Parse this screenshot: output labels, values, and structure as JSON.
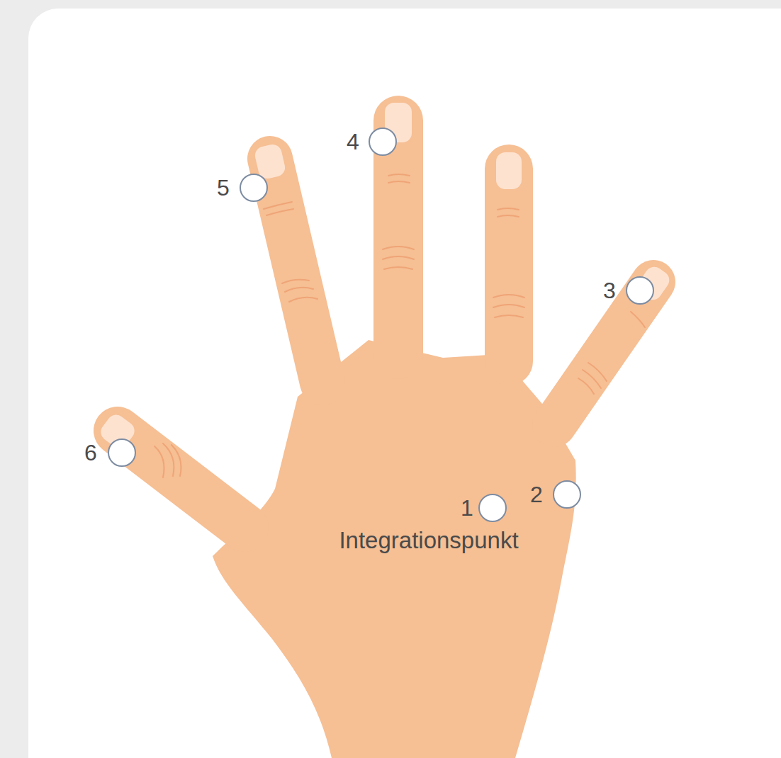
{
  "diagram": {
    "labels": [
      "4",
      "5",
      "3",
      "6",
      "1",
      "2",
      "Integrationspunkt"
    ]
  }
}
